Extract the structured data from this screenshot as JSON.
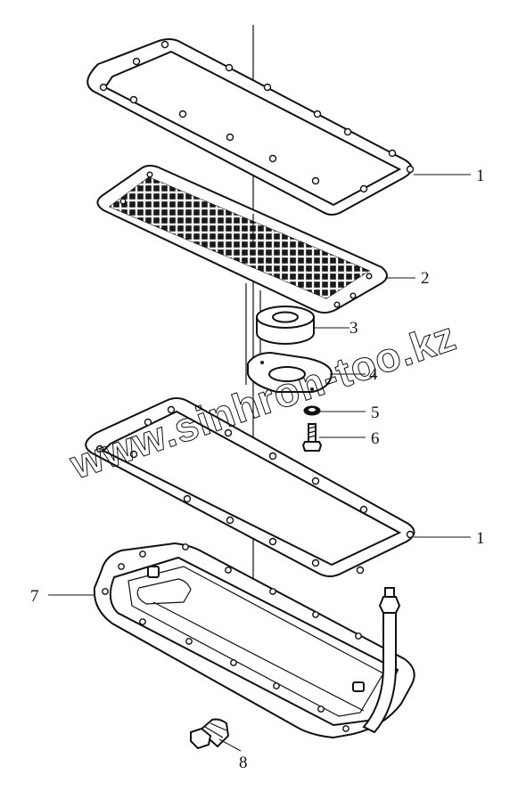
{
  "watermark": "www.sinhron-too.kz",
  "callouts": [
    "1",
    "2",
    "3",
    "4",
    "5",
    "6",
    "1",
    "7",
    "8"
  ]
}
